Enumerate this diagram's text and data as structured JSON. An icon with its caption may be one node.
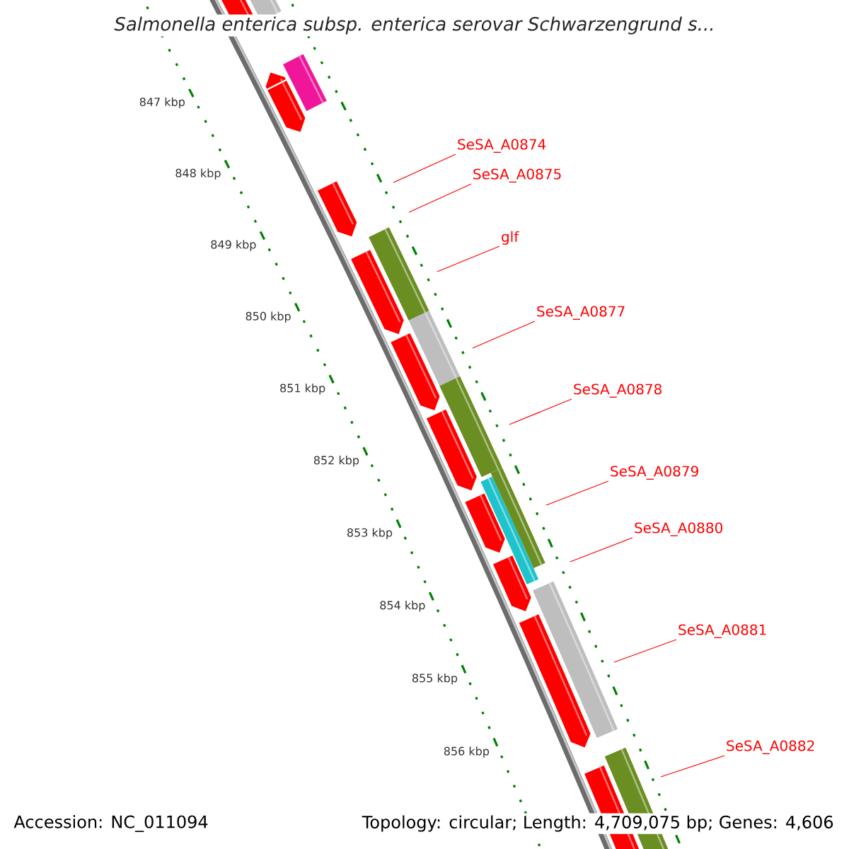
{
  "diagram": {
    "title": "Salmonella enterica subsp. enterica serovar Schwarzengrund s...",
    "nodes": [
      {
        "text": [
          "SeSA_A0874"
        ]
      },
      {
        "text": [
          "SeSA_A0875"
        ]
      },
      {
        "text": [
          "glf"
        ]
      },
      {
        "text": [
          "SeSA_A0877"
        ]
      },
      {
        "text": [
          "SeSA_A0878"
        ]
      },
      {
        "text": [
          "SeSA_A0879"
        ]
      },
      {
        "text": [
          "SeSA_A0880"
        ]
      },
      {
        "text": [
          "SeSA_A0881"
        ]
      },
      {
        "text": [
          "SeSA_A0882"
        ]
      }
    ],
    "edges": [
      {
        "from": 0,
        "to": null,
        "arrow": "none"
      },
      {
        "from": 1,
        "to": null,
        "arrow": "none"
      },
      {
        "from": 2,
        "to": null,
        "arrow": "none"
      },
      {
        "from": 3,
        "to": null,
        "arrow": "none"
      },
      {
        "from": 4,
        "to": null,
        "arrow": "none"
      },
      {
        "from": 5,
        "to": null,
        "arrow": "none"
      },
      {
        "from": 6,
        "to": null,
        "arrow": "none"
      },
      {
        "from": 7,
        "to": null,
        "arrow": "none"
      },
      {
        "from": 8,
        "to": null,
        "arrow": "none"
      }
    ],
    "labels": [
      "847 kbp",
      "848 kbp",
      "849 kbp",
      "850 kbp",
      "851 kbp",
      "852 kbp",
      "853 kbp",
      "854 kbp",
      "855 kbp",
      "856 kbp",
      "Accession: NC_011094",
      "Topology: circular; Length: 4,709,075 bp; Genes: 4,606"
    ]
  }
}
